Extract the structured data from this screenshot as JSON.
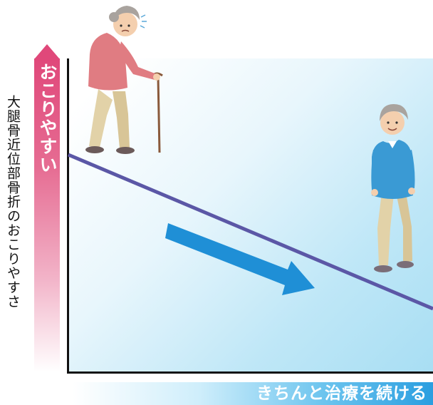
{
  "y_axis": {
    "banner_label": "おこりやすい",
    "title": "大腿骨近位部骨折のおこりやすさ"
  },
  "x_axis": {
    "banner_label": "きちんと治療を続ける"
  },
  "figures": {
    "left": "elderly-woman-with-cane-icon",
    "right": "elderly-woman-walking-upright-icon"
  },
  "colors": {
    "y_banner": "#e0487a",
    "x_banner": "#2a9ee0",
    "trend_line": "#5b57a6",
    "trend_arrow": "#1f8fd6"
  }
}
